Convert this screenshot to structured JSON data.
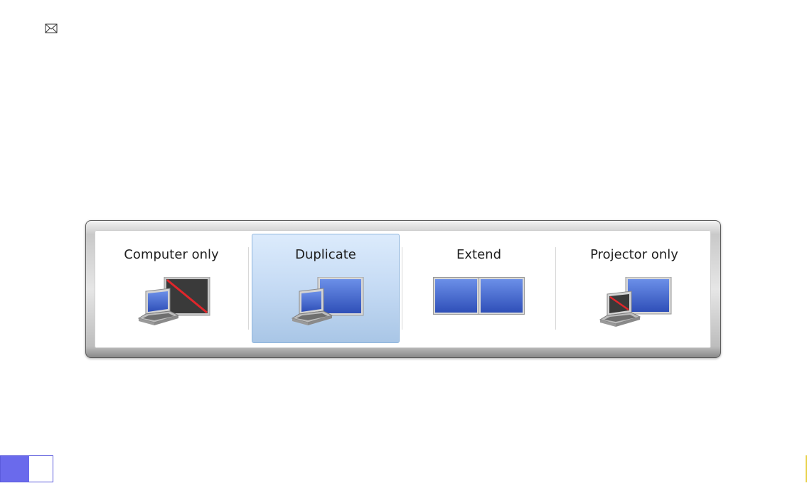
{
  "top_icon": {
    "name": "envelope-icon"
  },
  "flyout": {
    "options": [
      {
        "label": "Computer only",
        "icon": "laptop-with-disabled-monitor-icon",
        "selected": false
      },
      {
        "label": "Duplicate",
        "icon": "laptop-duplicate-monitor-icon",
        "selected": true
      },
      {
        "label": "Extend",
        "icon": "extended-dual-monitor-icon",
        "selected": false
      },
      {
        "label": "Projector only",
        "icon": "projector-only-icon",
        "selected": false
      }
    ]
  },
  "colors": {
    "selection_top": "#dcebfc",
    "selection_bottom": "#a9c6e6",
    "screen_blue": "#4a6fd8",
    "disabled_red": "#e0262b"
  }
}
